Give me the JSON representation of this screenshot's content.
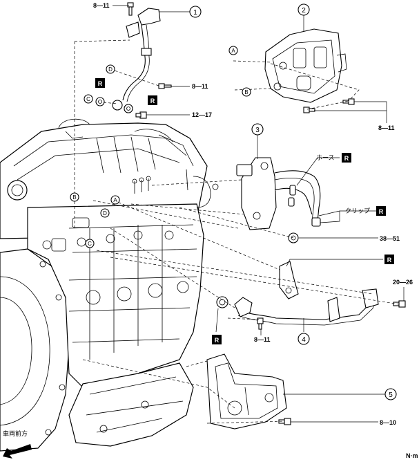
{
  "callouts": [
    {
      "id": "c1",
      "text": "1"
    },
    {
      "id": "c2",
      "text": "2"
    },
    {
      "id": "c3",
      "text": "3"
    },
    {
      "id": "c4",
      "text": "4"
    },
    {
      "id": "c5",
      "text": "5"
    }
  ],
  "torque": {
    "t1": "8—11",
    "t2": "8—11",
    "t3": "12—17",
    "t4": "8—11",
    "t5": "38—51",
    "t6": "20—26",
    "t7": "8—11",
    "t8": "8—10"
  },
  "letters": {
    "a1": "A",
    "b1": "B",
    "c1": "C",
    "d1": "D",
    "a2": "A",
    "b2": "B",
    "c2": "C",
    "d2": "D"
  },
  "replace_mark": "R",
  "hose_label": "ホース",
  "clip_label": "クリップ",
  "front_label": "車両前方",
  "unit_label": "N·m"
}
